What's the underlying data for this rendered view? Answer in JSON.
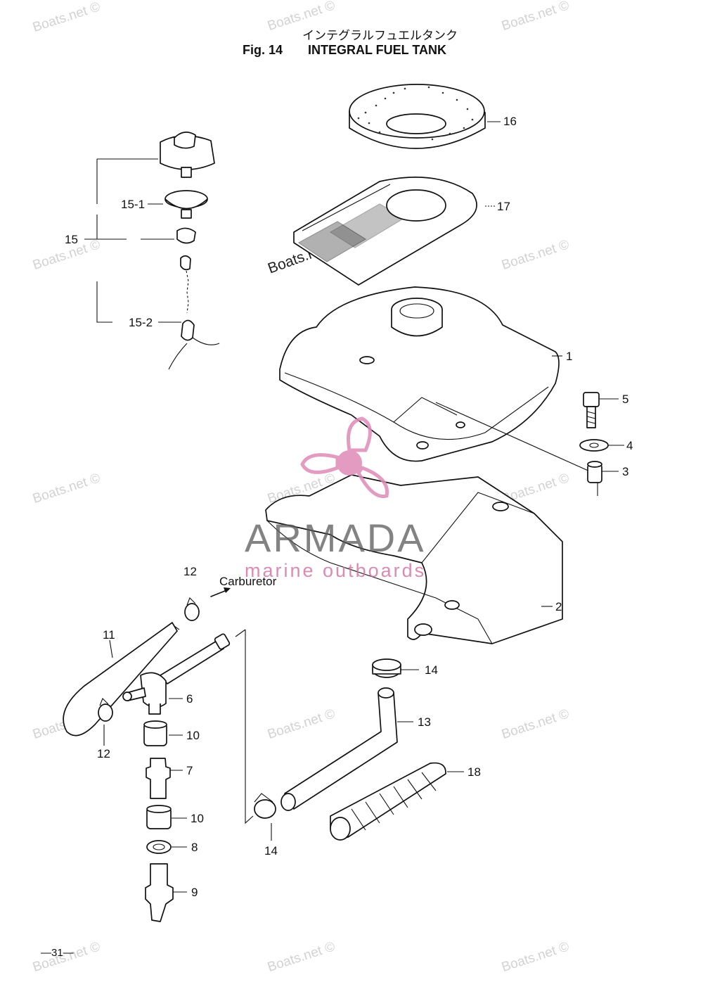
{
  "header": {
    "japanese_title": "インテグラルフュエルタンク",
    "figure_label": "Fig. 14",
    "title": "INTEGRAL FUEL TANK"
  },
  "callouts": {
    "c1": "1",
    "c2": "2",
    "c3": "3",
    "c4": "4",
    "c5": "5",
    "c6": "6",
    "c7": "7",
    "c8": "8",
    "c9": "9",
    "c10a": "10",
    "c10b": "10",
    "c11": "11",
    "c12a": "12",
    "c12b": "12",
    "c13": "13",
    "c14a": "14",
    "c14b": "14",
    "c15": "15",
    "c15_1": "15-1",
    "c15_2": "15-2",
    "c16": "16",
    "c17": "17",
    "c18": "18"
  },
  "annotation": {
    "carburetor": "Carburetor"
  },
  "watermark": {
    "text": "Boats.net ©"
  },
  "brand": {
    "name": "ARMADA",
    "tagline": "marine outboards",
    "logo_color": "#e08ab8"
  },
  "footer": {
    "page_number": "—31—"
  }
}
